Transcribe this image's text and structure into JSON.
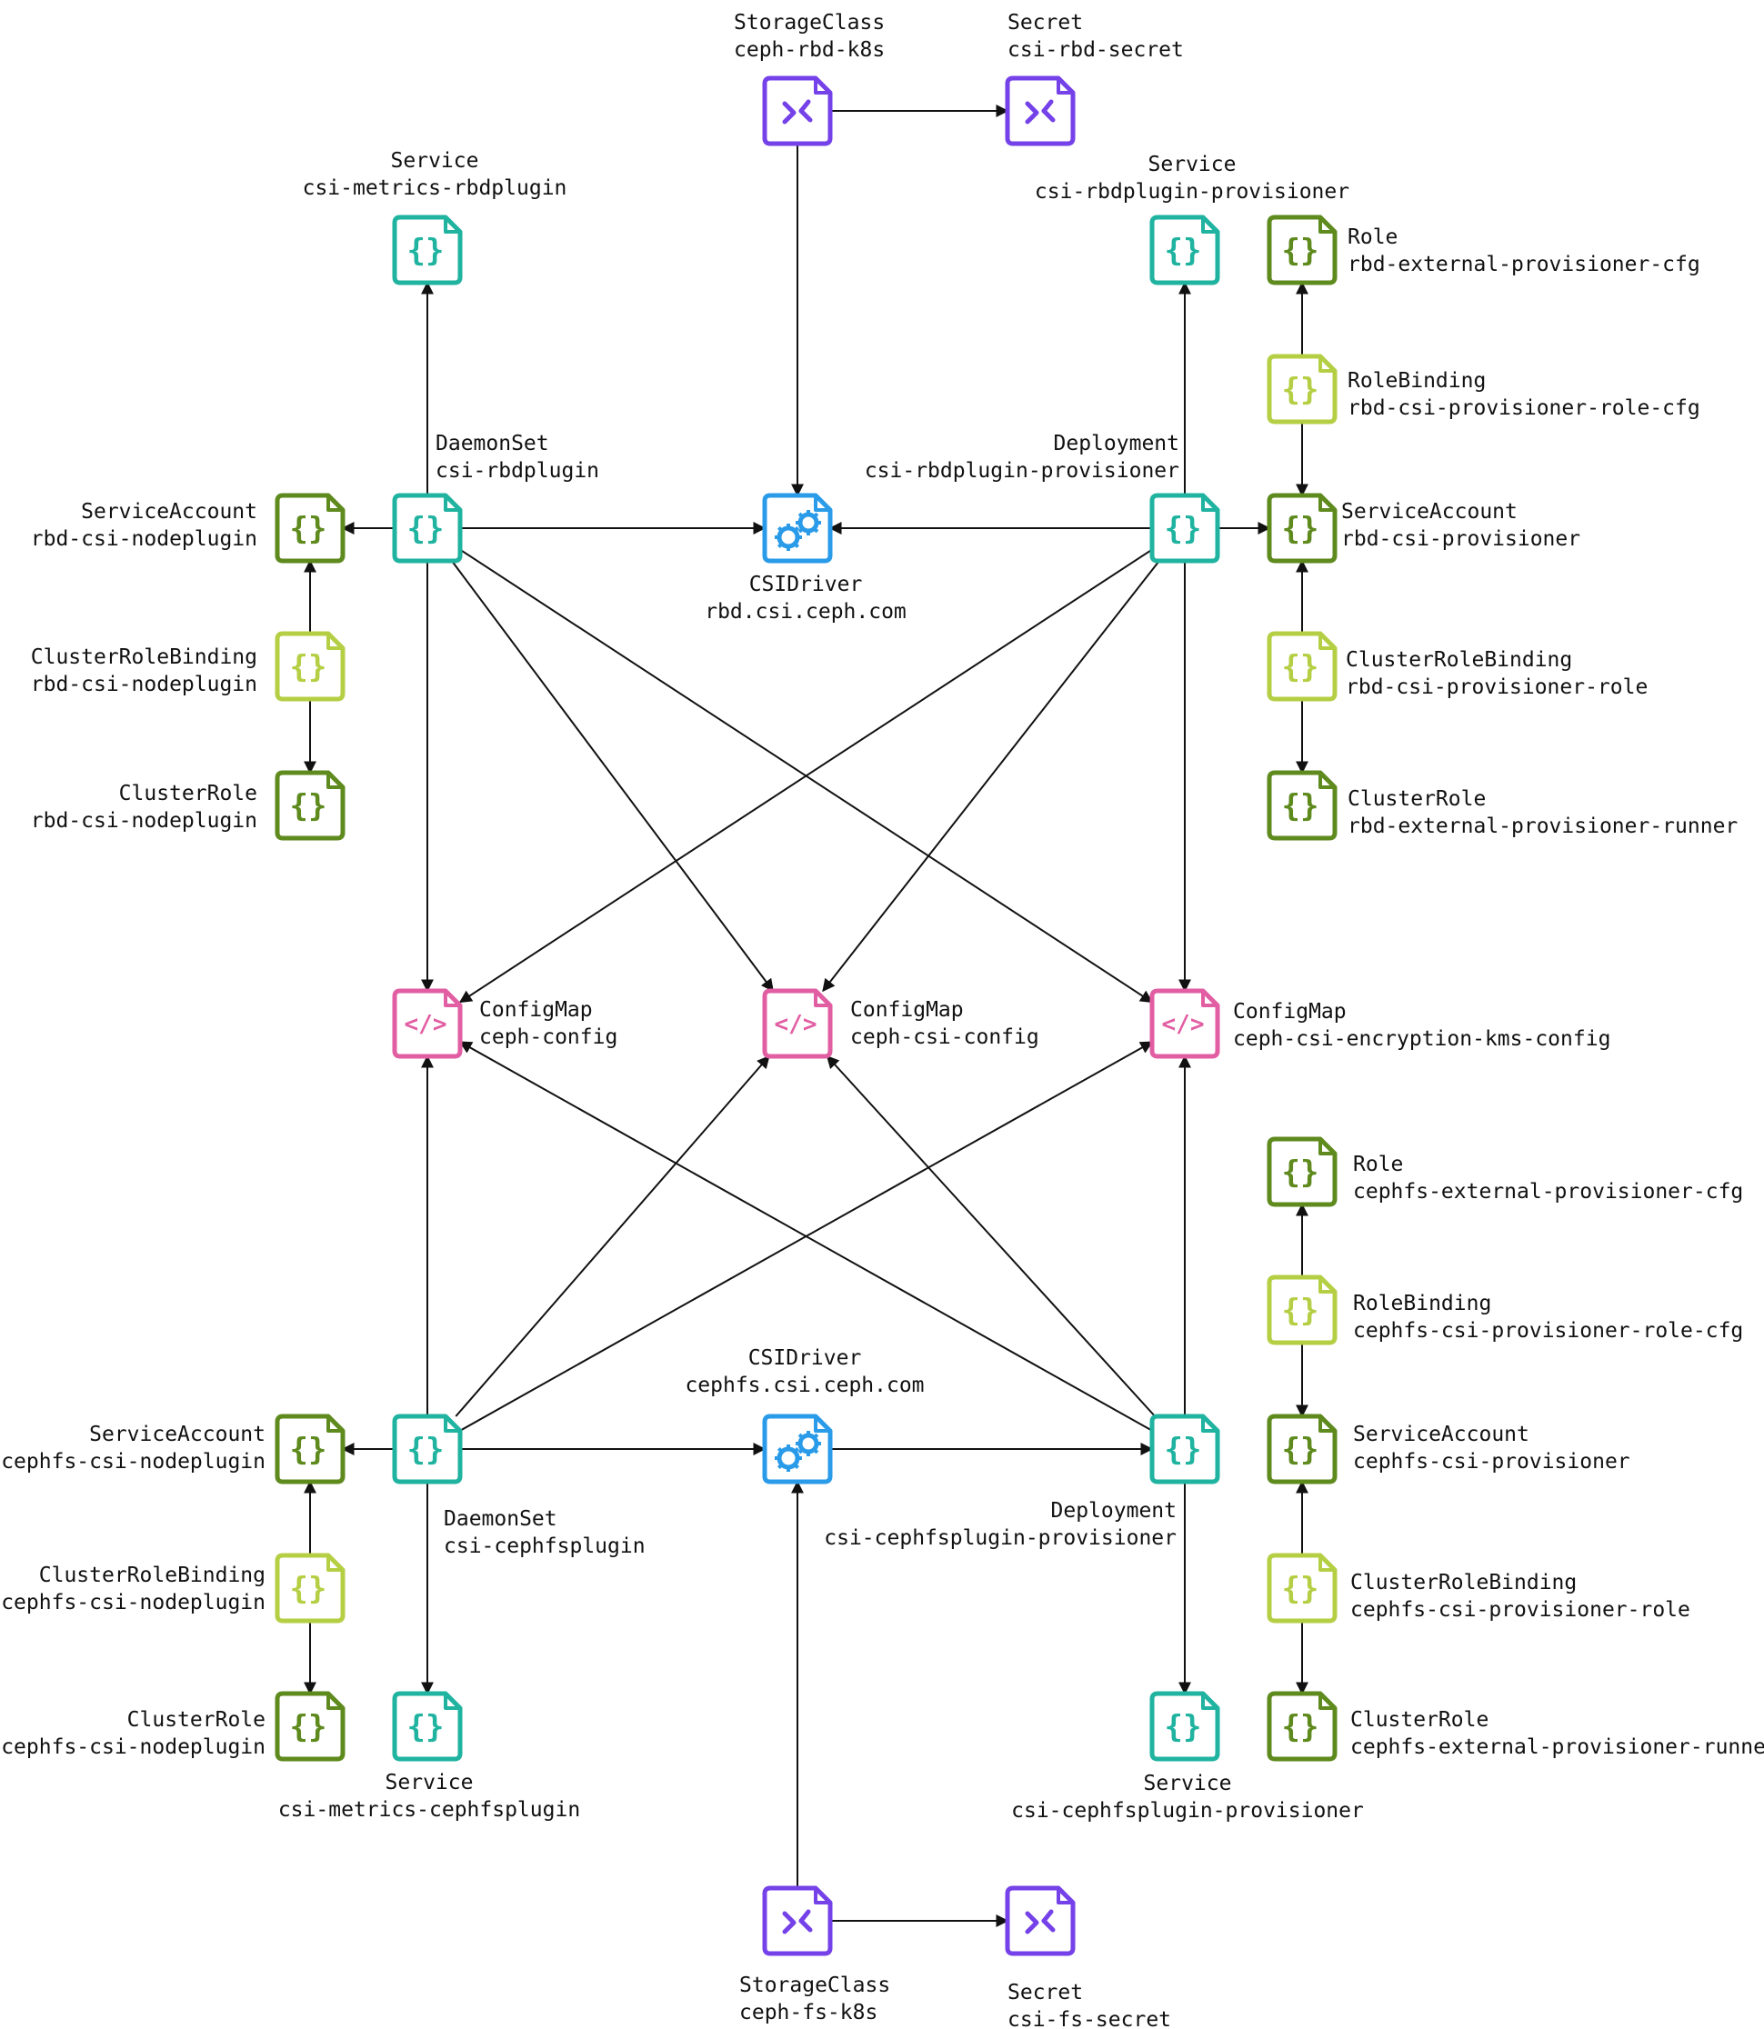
{
  "colors": {
    "service": "#1fb3a0",
    "account": "#5e8a1e",
    "binding": "#b5cf45",
    "configmap": "#e25ea3",
    "secret": "#7541e8",
    "driver": "#2a9be8",
    "edge": "#111111"
  },
  "nodes": [
    {
      "id": "sc_rbd",
      "kind": "StorageClass",
      "name": "ceph-rbd-k8s",
      "icon": "storageclass-icon",
      "style": "secret",
      "glyph": ">⸍"
    },
    {
      "id": "secret_rbd",
      "kind": "Secret",
      "name": "csi-rbd-secret",
      "icon": "secret-icon",
      "style": "secret",
      "glyph": ">⸍"
    },
    {
      "id": "svc_metrics_rbd",
      "kind": "Service",
      "name": "csi-metrics-rbdplugin",
      "icon": "service-icon",
      "style": "service",
      "glyph": "{}"
    },
    {
      "id": "svc_rbd_prov",
      "kind": "Service",
      "name": "csi-rbdplugin-provisioner",
      "icon": "service-icon",
      "style": "service",
      "glyph": "{}"
    },
    {
      "id": "role_rbd",
      "kind": "Role",
      "name": "rbd-external-provisioner-cfg",
      "icon": "role-icon",
      "style": "account",
      "glyph": "{}"
    },
    {
      "id": "rb_rbd",
      "kind": "RoleBinding",
      "name": "rbd-csi-provisioner-role-cfg",
      "icon": "rolebinding-icon",
      "style": "binding",
      "glyph": "{}"
    },
    {
      "id": "ds_rbd",
      "kind": "DaemonSet",
      "name": "csi-rbdplugin",
      "icon": "daemonset-icon",
      "style": "service",
      "glyph": "{}"
    },
    {
      "id": "dep_rbd",
      "kind": "Deployment",
      "name": "csi-rbdplugin-provisioner",
      "icon": "deployment-icon",
      "style": "service",
      "glyph": "{}"
    },
    {
      "id": "sa_rbd_node",
      "kind": "ServiceAccount",
      "name": "rbd-csi-nodeplugin",
      "icon": "serviceaccount-icon",
      "style": "account",
      "glyph": "{}"
    },
    {
      "id": "csidriver_rbd",
      "kind": "CSIDriver",
      "name": "rbd.csi.ceph.com",
      "icon": "gears-icon",
      "style": "driver",
      "glyph": ""
    },
    {
      "id": "sa_rbd_prov",
      "kind": "ServiceAccount",
      "name": "rbd-csi-provisioner",
      "icon": "serviceaccount-icon",
      "style": "account",
      "glyph": "{}"
    },
    {
      "id": "crb_rbd_node",
      "kind": "ClusterRoleBinding",
      "name": "rbd-csi-nodeplugin",
      "icon": "clusterrolebinding-icon",
      "style": "binding",
      "glyph": "{}"
    },
    {
      "id": "crb_rbd_prov",
      "kind": "ClusterRoleBinding",
      "name": "rbd-csi-provisioner-role",
      "icon": "clusterrolebinding-icon",
      "style": "binding",
      "glyph": "{}"
    },
    {
      "id": "cr_rbd_node",
      "kind": "ClusterRole",
      "name": "rbd-csi-nodeplugin",
      "icon": "clusterrole-icon",
      "style": "account",
      "glyph": "{}"
    },
    {
      "id": "cr_rbd_prov",
      "kind": "ClusterRole",
      "name": "rbd-external-provisioner-runner",
      "icon": "clusterrole-icon",
      "style": "account",
      "glyph": "{}"
    },
    {
      "id": "cm_ceph",
      "kind": "ConfigMap",
      "name": "ceph-config",
      "icon": "code-icon",
      "style": "configmap",
      "glyph": "</>"
    },
    {
      "id": "cm_csi",
      "kind": "ConfigMap",
      "name": "ceph-csi-config",
      "icon": "code-icon",
      "style": "configmap",
      "glyph": "</>"
    },
    {
      "id": "cm_kms",
      "kind": "ConfigMap",
      "name": "ceph-csi-encryption-kms-config",
      "icon": "code-icon",
      "style": "configmap",
      "glyph": "</>"
    },
    {
      "id": "role_fs",
      "kind": "Role",
      "name": "cephfs-external-provisioner-cfg",
      "icon": "role-icon",
      "style": "account",
      "glyph": "{}"
    },
    {
      "id": "rb_fs",
      "kind": "RoleBinding",
      "name": "cephfs-csi-provisioner-role-cfg",
      "icon": "rolebinding-icon",
      "style": "binding",
      "glyph": "{}"
    },
    {
      "id": "csidriver_fs",
      "kind": "CSIDriver",
      "name": "cephfs.csi.ceph.com",
      "icon": "gears-icon",
      "style": "driver",
      "glyph": ""
    },
    {
      "id": "sa_fs_node",
      "kind": "ServiceAccount",
      "name": "cephfs-csi-nodeplugin",
      "icon": "serviceaccount-icon",
      "style": "account",
      "glyph": "{}"
    },
    {
      "id": "ds_fs",
      "kind": "DaemonSet",
      "name": "csi-cephfsplugin",
      "icon": "daemonset-icon",
      "style": "service",
      "glyph": "{}"
    },
    {
      "id": "dep_fs",
      "kind": "Deployment",
      "name": "csi-cephfsplugin-provisioner",
      "icon": "deployment-icon",
      "style": "service",
      "glyph": "{}"
    },
    {
      "id": "sa_fs_prov",
      "kind": "ServiceAccount",
      "name": "cephfs-csi-provisioner",
      "icon": "serviceaccount-icon",
      "style": "account",
      "glyph": "{}"
    },
    {
      "id": "crb_fs_node",
      "kind": "ClusterRoleBinding",
      "name": "cephfs-csi-nodeplugin",
      "icon": "clusterrolebinding-icon",
      "style": "binding",
      "glyph": "{}"
    },
    {
      "id": "crb_fs_prov",
      "kind": "ClusterRoleBinding",
      "name": "cephfs-csi-provisioner-role",
      "icon": "clusterrolebinding-icon",
      "style": "binding",
      "glyph": "{}"
    },
    {
      "id": "cr_fs_node",
      "kind": "ClusterRole",
      "name": "cephfs-csi-nodeplugin",
      "icon": "clusterrole-icon",
      "style": "account",
      "glyph": "{}"
    },
    {
      "id": "svc_metrics_fs",
      "kind": "Service",
      "name": "csi-metrics-cephfsplugin",
      "icon": "service-icon",
      "style": "service",
      "glyph": "{}"
    },
    {
      "id": "svc_fs_prov",
      "kind": "Service",
      "name": "csi-cephfsplugin-provisioner",
      "icon": "service-icon",
      "style": "service",
      "glyph": "{}"
    },
    {
      "id": "cr_fs_prov",
      "kind": "ClusterRole",
      "name": "cephfs-external-provisioner-runner",
      "icon": "clusterrole-icon",
      "style": "account",
      "glyph": "{}"
    },
    {
      "id": "sc_fs",
      "kind": "StorageClass",
      "name": "ceph-fs-k8s",
      "icon": "storageclass-icon",
      "style": "secret",
      "glyph": ">⸍"
    },
    {
      "id": "secret_fs",
      "kind": "Secret",
      "name": "csi-fs-secret",
      "icon": "secret-icon",
      "style": "secret",
      "glyph": ">⸍"
    }
  ],
  "edges": [
    [
      "sc_rbd",
      "secret_rbd"
    ],
    [
      "sc_rbd",
      "csidriver_rbd"
    ],
    [
      "ds_rbd",
      "svc_metrics_rbd"
    ],
    [
      "ds_rbd",
      "sa_rbd_node"
    ],
    [
      "ds_rbd",
      "csidriver_rbd"
    ],
    [
      "ds_rbd",
      "cm_ceph"
    ],
    [
      "ds_rbd",
      "cm_csi"
    ],
    [
      "ds_rbd",
      "cm_kms"
    ],
    [
      "dep_rbd",
      "svc_rbd_prov"
    ],
    [
      "dep_rbd",
      "csidriver_rbd"
    ],
    [
      "dep_rbd",
      "sa_rbd_prov"
    ],
    [
      "dep_rbd",
      "cm_ceph"
    ],
    [
      "dep_rbd",
      "cm_csi"
    ],
    [
      "dep_rbd",
      "cm_kms"
    ],
    [
      "rb_rbd",
      "role_rbd"
    ],
    [
      "rb_rbd",
      "sa_rbd_prov"
    ],
    [
      "crb_rbd_prov",
      "sa_rbd_prov"
    ],
    [
      "crb_rbd_prov",
      "cr_rbd_prov"
    ],
    [
      "crb_rbd_node",
      "sa_rbd_node"
    ],
    [
      "crb_rbd_node",
      "cr_rbd_node"
    ],
    [
      "ds_fs",
      "cm_ceph"
    ],
    [
      "ds_fs",
      "cm_csi"
    ],
    [
      "ds_fs",
      "cm_kms"
    ],
    [
      "ds_fs",
      "sa_fs_node"
    ],
    [
      "ds_fs",
      "csidriver_fs"
    ],
    [
      "ds_fs",
      "svc_metrics_fs"
    ],
    [
      "dep_fs",
      "cm_ceph"
    ],
    [
      "dep_fs",
      "cm_csi"
    ],
    [
      "dep_fs",
      "cm_kms"
    ],
    [
      "dep_fs",
      "svc_fs_prov"
    ],
    [
      "csidriver_fs",
      "dep_fs"
    ],
    [
      "sc_fs",
      "csidriver_fs"
    ],
    [
      "sc_fs",
      "secret_fs"
    ],
    [
      "rb_fs",
      "role_fs"
    ],
    [
      "rb_fs",
      "sa_fs_prov"
    ],
    [
      "crb_fs_prov",
      "sa_fs_prov"
    ],
    [
      "crb_fs_prov",
      "cr_fs_prov"
    ],
    [
      "crb_fs_node",
      "sa_fs_node"
    ],
    [
      "crb_fs_node",
      "cr_fs_node"
    ]
  ]
}
